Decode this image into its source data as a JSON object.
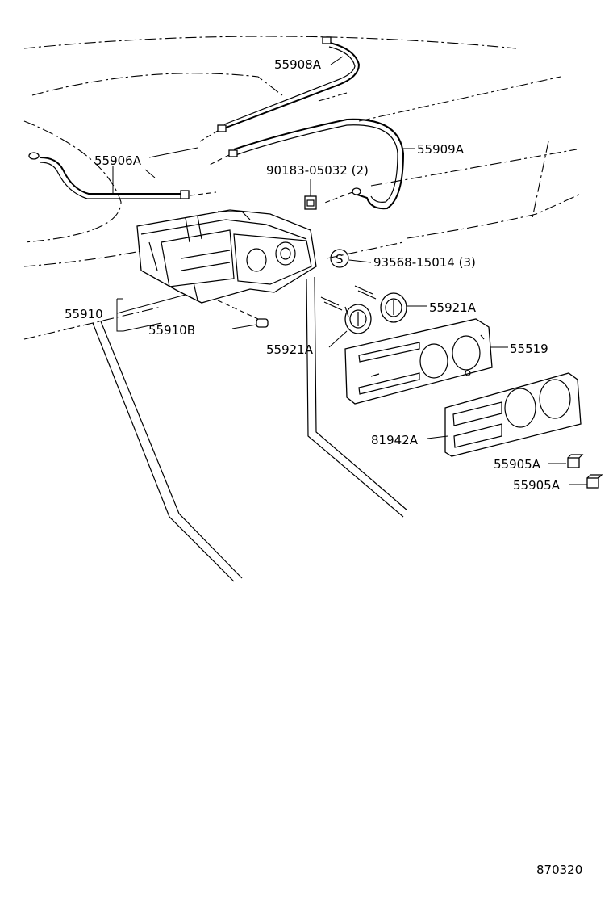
{
  "labels": {
    "p55908A": "55908A",
    "p55909A": "55909A",
    "p55906A": "55906A",
    "p90183": "90183-05032 (2)",
    "p93568": "93568-15014 (3)",
    "s_mark": "S",
    "p55921A_r": "55921A",
    "p55921A_l": "55921A",
    "p55519": "55519",
    "p55910": "55910",
    "p55910B": "55910B",
    "p81942A": "81942A",
    "p55905A_1": "55905A",
    "p55905A_2": "55905A",
    "diagram_number": "870320"
  }
}
